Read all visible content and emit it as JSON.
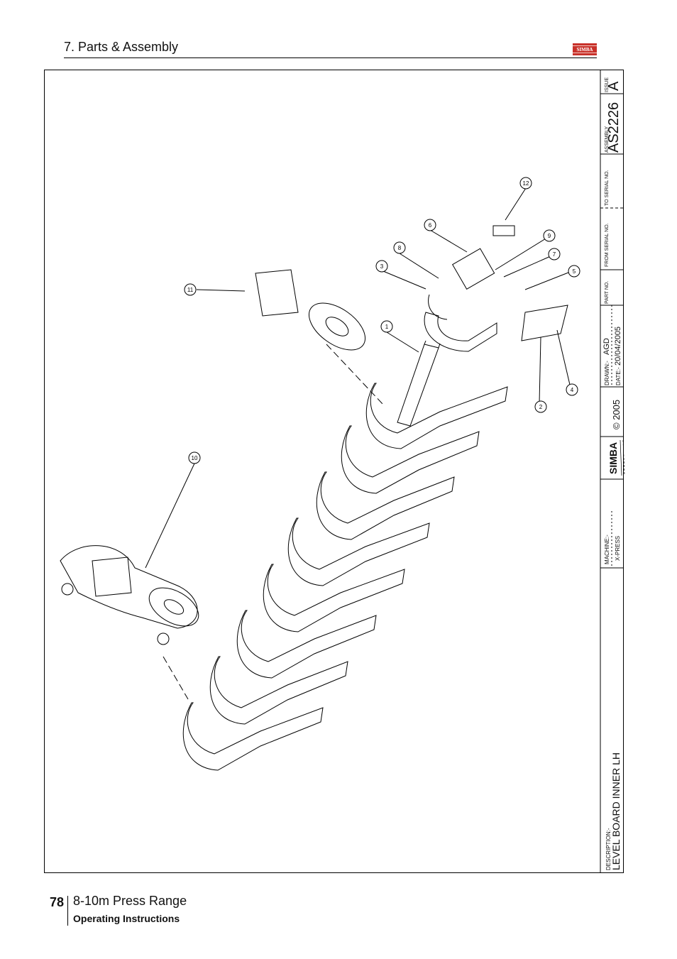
{
  "header": {
    "section": "7. Parts & Assembly",
    "logo_text": "SIMBA"
  },
  "titleblock": {
    "issue_label": "ISSUE",
    "issue_value": "A",
    "assembly_label": "ASSEMBLY",
    "assembly_value": "AS2226",
    "to_serial_label": "TO SERIAL NO.",
    "from_serial_label": "FROM SERIAL NO.",
    "part_no_label": "PART NO.",
    "drawn_label": "DRAWN:-",
    "drawn_value": "AGD",
    "date_label": "DATE:-",
    "date_value": "20/04/2005",
    "copyright": "© 2005",
    "logo_text": "SIMBA",
    "machine_label": "MACHINE:-",
    "machine_value": "X-PRESS",
    "description_label": "DESCRIPTION:-",
    "description_value": "LEVEL BOARD INNER LH"
  },
  "callouts": [
    "1",
    "2",
    "3",
    "4",
    "5",
    "6",
    "7",
    "8",
    "9",
    "10",
    "11",
    "12"
  ],
  "footer": {
    "page_number": "78",
    "title": "8-10m Press Range",
    "subtitle": "Operating Instructions"
  }
}
